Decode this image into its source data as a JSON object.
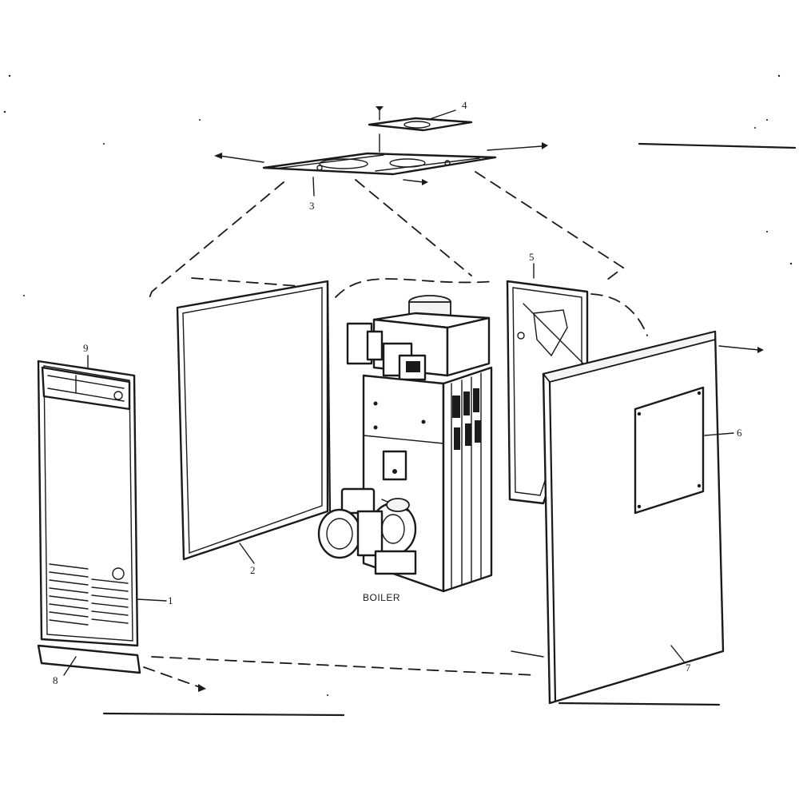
{
  "callouts": {
    "part_1": "1",
    "part_2": "2",
    "part_3": "3",
    "part_4": "4",
    "part_5": "5",
    "part_6": "6",
    "part_7": "7",
    "part_8": "8",
    "part_9": "9"
  },
  "caption": "BOILER"
}
